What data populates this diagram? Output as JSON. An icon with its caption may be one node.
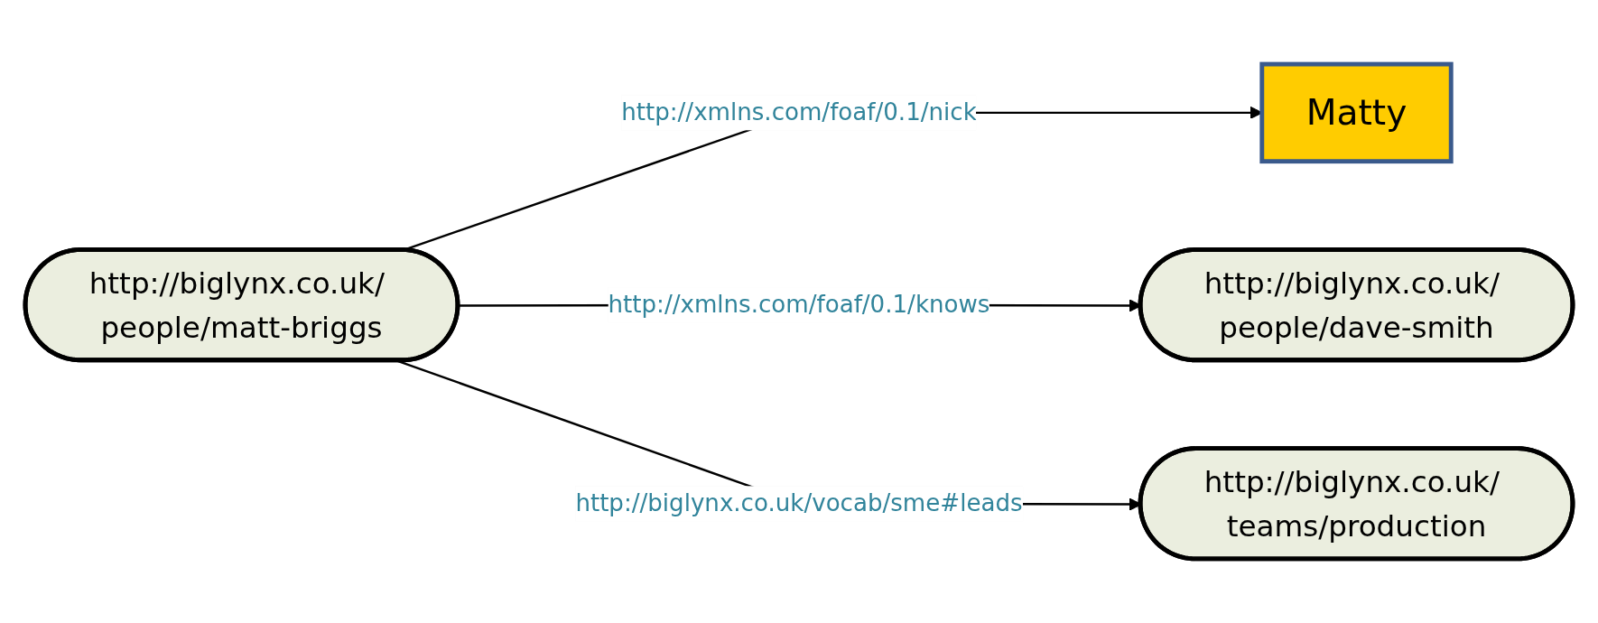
{
  "diagram": {
    "nodes": [
      {
        "text": [
          "Matty"
        ]
      },
      {
        "text": [
          "http://biglynx.co.uk/ people/matt-briggs"
        ]
      },
      {
        "text": [
          "http://biglynx.co.uk/ people/dave-smith"
        ]
      },
      {
        "text": [
          "http://biglynx.co.uk/ teams/production"
        ]
      }
    ],
    "edges": [
      {
        "from": 1,
        "to": 0,
        "arrow": "to",
        "label": "http://xmlns.com/foaf/0.1/nick"
      },
      {
        "from": 1,
        "to": 2,
        "arrow": "to",
        "label": "http://xmlns.com/foaf/0.1/knows"
      },
      {
        "from": 1,
        "to": 3,
        "arrow": "to",
        "label": "http://biglynx.co.uk/vocab/sme#leads"
      }
    ]
  }
}
